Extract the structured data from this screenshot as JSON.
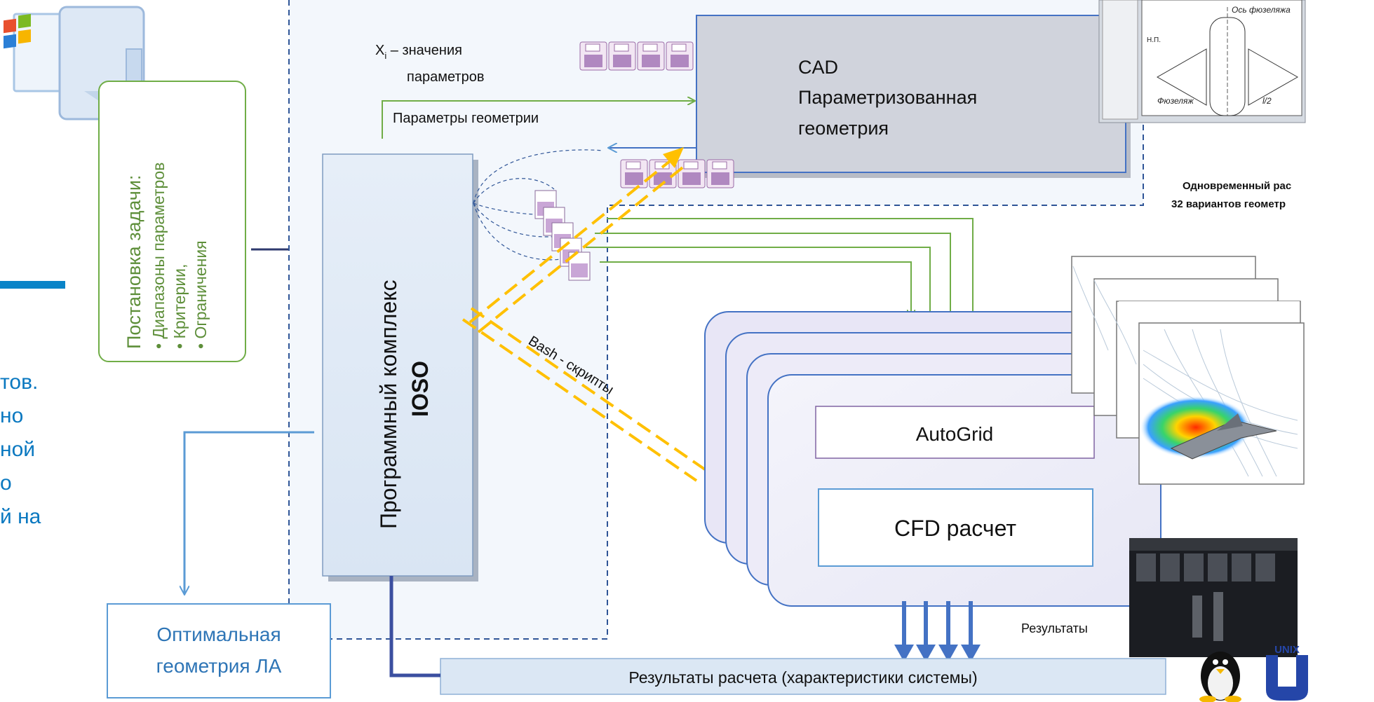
{
  "left_text": {
    "lines": [
      "тов.",
      "но",
      "ной",
      "о",
      "й на"
    ]
  },
  "problem_box": {
    "title": "Постановка задачи:",
    "items": [
      "• Диапазоны  параметров",
      "• Критерии,",
      "• Ограничения"
    ]
  },
  "ioso_box": {
    "line1": "Программный комплекс",
    "line2": "IOSO"
  },
  "param_values": {
    "prefix": "X",
    "sub": "i",
    "rest": " – значения",
    "line2": "параметров"
  },
  "geometry_params_label": "Параметры геометрии",
  "cad_box": {
    "line1": "CAD",
    "line2": "Параметризованная",
    "line3": "геометрия"
  },
  "bash_label": "Bash - скрипты",
  "autogrid_label": "AutoGrid",
  "cfd_label": "CFD расчет",
  "optimal_box": {
    "line1": "Оптимальная",
    "line2": "геометрия ЛА"
  },
  "results_bar_label": "Результаты расчета (характеристики системы)",
  "results_label": "Результаты",
  "simultaneous": {
    "line1": "Одновременный рас",
    "line2": "32 вариантов геометр"
  },
  "wing_drawing": {
    "axis_label": "Ось фюзеляжа",
    "fuselage_label": "Фюзеляж",
    "half_span": "l/2",
    "np_label": "Н.П."
  },
  "unix_label": "UNIX",
  "colors": {
    "accent_blue": "#0070c0",
    "green": "#70ad47",
    "navy": "#2e3a6e",
    "yellow": "#ffc000",
    "gray_box": "#d0d3dc"
  }
}
